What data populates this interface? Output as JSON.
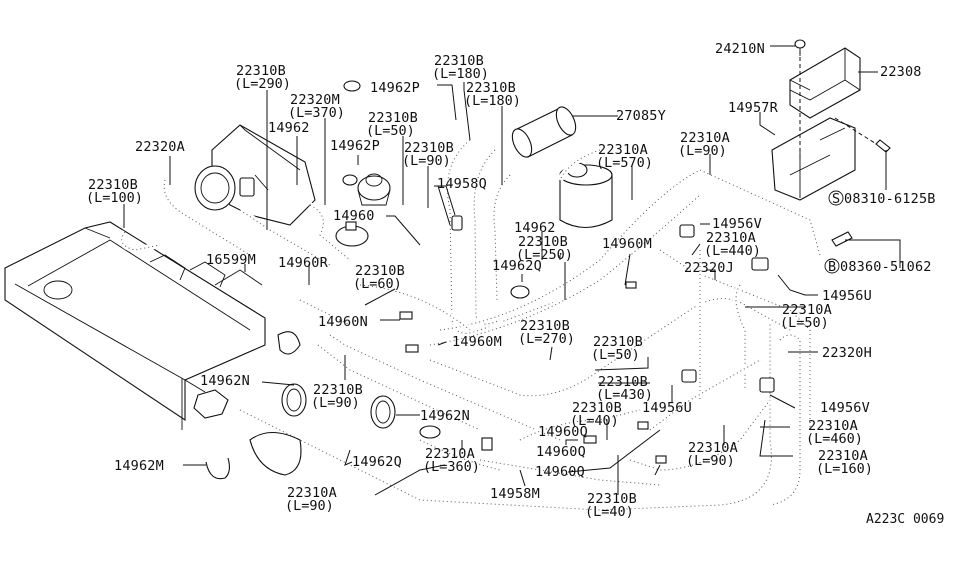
{
  "diagram": {
    "title": "Engine control vacuum hose routing",
    "reference_code": "A223C 0069",
    "labels": [
      {
        "id": "l1",
        "part": "22310B",
        "length": "(L=290)"
      },
      {
        "id": "l2",
        "part": "22320M",
        "length": "(L=370)"
      },
      {
        "id": "l3",
        "part": "14962",
        "length": ""
      },
      {
        "id": "l4",
        "part": "22320A",
        "length": ""
      },
      {
        "id": "l5",
        "part": "22310B",
        "length": "(L=100)"
      },
      {
        "id": "l6",
        "part": "22310B",
        "length": "(L=180)"
      },
      {
        "id": "l7",
        "part": "14962P",
        "length": ""
      },
      {
        "id": "l8",
        "part": "22310B",
        "length": "(L=180)"
      },
      {
        "id": "l9",
        "part": "27085Y",
        "length": ""
      },
      {
        "id": "l10",
        "part": "22310B",
        "length": "(L=50)"
      },
      {
        "id": "l11",
        "part": "14962P",
        "length": ""
      },
      {
        "id": "l12",
        "part": "22310B",
        "length": "(L=90)"
      },
      {
        "id": "l13",
        "part": "14958Q",
        "length": ""
      },
      {
        "id": "l14",
        "part": "14960",
        "length": ""
      },
      {
        "id": "l15",
        "part": "24210N",
        "length": ""
      },
      {
        "id": "l16",
        "part": "22308",
        "length": ""
      },
      {
        "id": "l17",
        "part": "14957R",
        "length": ""
      },
      {
        "id": "l18",
        "part": "22310A",
        "length": "(L=90)"
      },
      {
        "id": "l19",
        "part": "22310A",
        "length": "(L=570)"
      },
      {
        "id": "l20",
        "part": "08310-6125B",
        "length": "",
        "prefix": "S"
      },
      {
        "id": "l21",
        "part": "14956V",
        "length": ""
      },
      {
        "id": "l22",
        "part": "14962",
        "length": ""
      },
      {
        "id": "l23",
        "part": "22310B",
        "length": "(L=250)"
      },
      {
        "id": "l24",
        "part": "14960M",
        "length": ""
      },
      {
        "id": "l25",
        "part": "22310A",
        "length": "(L=440)"
      },
      {
        "id": "l26",
        "part": "08360-51062",
        "length": "",
        "prefix": "B"
      },
      {
        "id": "l27",
        "part": "16599M",
        "length": ""
      },
      {
        "id": "l28",
        "part": "14960R",
        "length": ""
      },
      {
        "id": "l29",
        "part": "22310B",
        "length": "(L=60)"
      },
      {
        "id": "l30",
        "part": "14962Q",
        "length": ""
      },
      {
        "id": "l31",
        "part": "22320J",
        "length": ""
      },
      {
        "id": "l32",
        "part": "14956U",
        "length": ""
      },
      {
        "id": "l33",
        "part": "14960N",
        "length": ""
      },
      {
        "id": "l34",
        "part": "22310A",
        "length": "(L=50)"
      },
      {
        "id": "l35",
        "part": "22310B",
        "length": "(L=270)"
      },
      {
        "id": "l36",
        "part": "14960M",
        "length": ""
      },
      {
        "id": "l37",
        "part": "22310B",
        "length": "(L=50)"
      },
      {
        "id": "l38",
        "part": "22320H",
        "length": ""
      },
      {
        "id": "l39",
        "part": "14962N",
        "length": ""
      },
      {
        "id": "l40",
        "part": "22310B",
        "length": "(L=90)"
      },
      {
        "id": "l41",
        "part": "22310B",
        "length": "(L=430)"
      },
      {
        "id": "l42",
        "part": "22310B",
        "length": "(L=40)"
      },
      {
        "id": "l43",
        "part": "14956U",
        "length": ""
      },
      {
        "id": "l44",
        "part": "14956V",
        "length": ""
      },
      {
        "id": "l45",
        "part": "14962N",
        "length": ""
      },
      {
        "id": "l46",
        "part": "22310A",
        "length": "(L=460)"
      },
      {
        "id": "l47",
        "part": "14960Q",
        "length": ""
      },
      {
        "id": "l48",
        "part": "22310A",
        "length": "(L=90)"
      },
      {
        "id": "l49",
        "part": "14962M",
        "length": ""
      },
      {
        "id": "l50",
        "part": "14962Q",
        "length": ""
      },
      {
        "id": "l51",
        "part": "22310A",
        "length": "(L=360)"
      },
      {
        "id": "l52",
        "part": "14960Q",
        "length": ""
      },
      {
        "id": "l53",
        "part": "14960Q",
        "length": ""
      },
      {
        "id": "l54",
        "part": "22310A",
        "length": "(L=160)"
      },
      {
        "id": "l55",
        "part": "22310A",
        "length": "(L=90)"
      },
      {
        "id": "l56",
        "part": "14958M",
        "length": ""
      },
      {
        "id": "l57",
        "part": "22310B",
        "length": "(L=40)"
      }
    ]
  }
}
